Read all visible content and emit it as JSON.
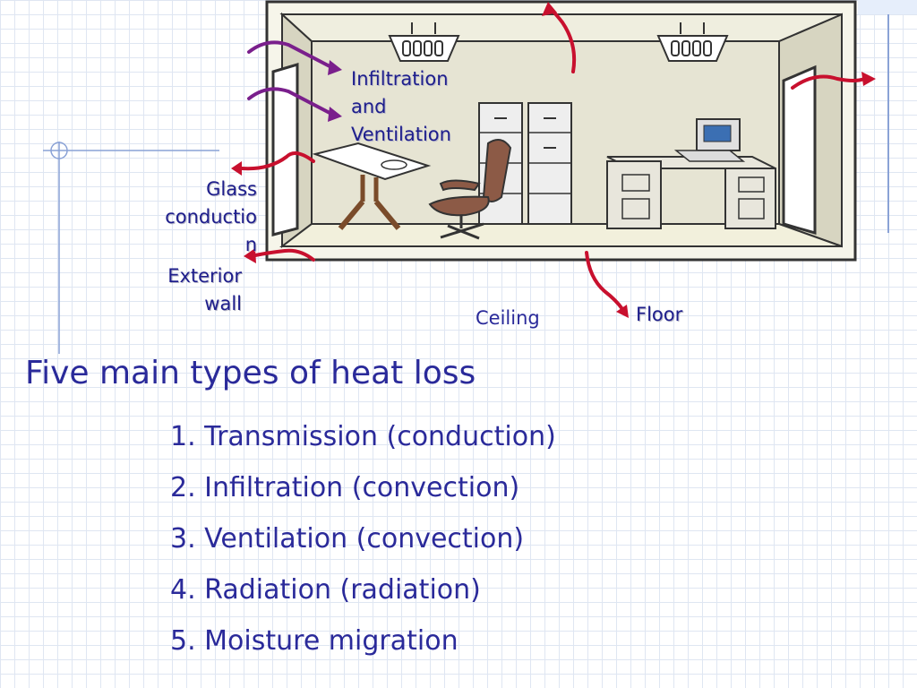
{
  "labels": {
    "infiltration": "Infiltration",
    "and": "and",
    "ventilation": "Ventilation",
    "glass": "Glass",
    "conductio": "conductio",
    "n": "n",
    "exterior": "Exterior",
    "wall": "wall",
    "ceiling": "Ceiling",
    "floor": "Floor"
  },
  "title": "Five main types of heat loss",
  "list": [
    "1. Transmission (conduction)",
    "2. Infiltration (convection)",
    "3. Ventilation (convection)",
    "4. Radiation (radiation)",
    "5. Moisture migration"
  ],
  "colors": {
    "arrow_red": "#c8102e",
    "arrow_purple": "#7a1f8c",
    "text_blue": "#2a2a9a",
    "room_wall": "#e6e4d3",
    "room_floor": "#f2f0dc"
  }
}
